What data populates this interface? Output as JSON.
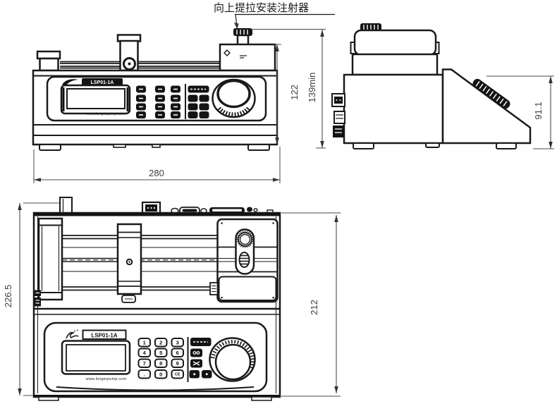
{
  "callout": {
    "label": "向上提拉安装注射器"
  },
  "dimensions": {
    "front_width": "280",
    "front_body_height": "122",
    "front_total_height": "139min",
    "side_panel_height": "91.1",
    "plan_total_depth": "226.5",
    "plan_body_depth": "212"
  },
  "panel": {
    "model_label": "LSP01-1A",
    "website": "www.longerpump.com",
    "keypad_keys": [
      "1",
      "2",
      "3",
      "4",
      "5",
      "6",
      "7",
      "8",
      "9",
      ".",
      "0",
      "CE"
    ]
  },
  "icons": {
    "leader_arrow": "filled triangle arrowhead",
    "jog_dial": "rotary jog dial knob",
    "clamp_knob": "knurled syringe clamp thumb screw",
    "brand_logo": "script brand logo (illegible)"
  },
  "colors": {
    "line": "#1a1a1a",
    "dimension": "#3d3d3d",
    "background": "#ffffff"
  }
}
